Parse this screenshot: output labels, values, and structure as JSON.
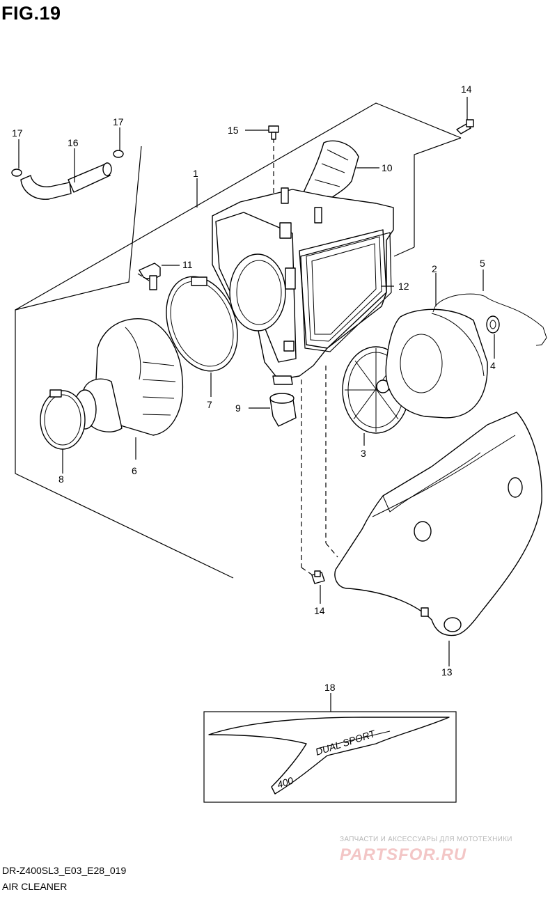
{
  "figure": {
    "title": "FIG.19"
  },
  "footer": {
    "model_code": "DR-Z400SL3_E03_E28_019",
    "section_title": "AIR CLEANER"
  },
  "watermark": {
    "caption": "ЗАПЧАСТИ И АКСЕССУАРЫ ДЛЯ МОТОТЕХНИКИ",
    "logo": "PARTSFOR.RU"
  },
  "callouts": {
    "c1": "1",
    "c2": "2",
    "c3": "3",
    "c4": "4",
    "c5": "5",
    "c6": "6",
    "c7": "7",
    "c8": "8",
    "c9": "9",
    "c10": "10",
    "c11": "11",
    "c12": "12",
    "c13": "13",
    "c14a": "14",
    "c14b": "14",
    "c15": "15",
    "c16": "16",
    "c17a": "17",
    "c17b": "17",
    "c18": "18"
  },
  "decal": {
    "text1": "DUAL SPORT",
    "text2": "400"
  }
}
